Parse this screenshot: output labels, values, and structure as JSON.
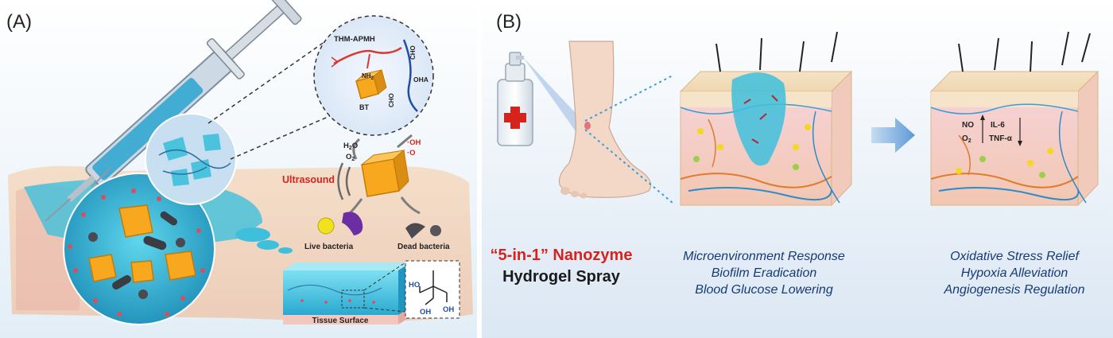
{
  "panel_a": {
    "label": "(A)",
    "molecules": {
      "polymer1": "THM-APMH",
      "nh2": "NH",
      "nh2_sub": "2",
      "cho_top": "CHO",
      "polymer2": "OHA",
      "cho_bottom": "CHO",
      "bt": "BT"
    },
    "water": "H",
    "water_sub": "2",
    "water_o": "O",
    "oxygen": "O",
    "oxygen_sub": "2",
    "hydroxyl": "·OH",
    "superoxide": "·O",
    "ultrasound": "Ultrasound",
    "live_bacteria": "Live bacteria",
    "dead_bacteria": "Dead bacteria",
    "tissue_surface": "Tissue Surface",
    "ho_top": "HO",
    "oh_right": "OH",
    "oh_bottom": "OH"
  },
  "panel_b": {
    "label": "(B)",
    "product_line1": "“5-in-1” Nanozyme",
    "product_line2": "Hydrogel Spray",
    "markers": {
      "no": "NO",
      "o2": "O",
      "o2_sub": "2",
      "il6": "IL-6",
      "tnf": "TNF-α"
    },
    "caption_mid": [
      "Microenvironment Response",
      "Biofilm Eradication",
      "Blood Glucose Lowering"
    ],
    "caption_right": [
      "Oxidative Stress Relief",
      "Hypoxia Alleviation",
      "Angiogenesis Regulation"
    ]
  },
  "colors": {
    "hydrogel_blue": "#3ec0dc",
    "nanozyme_orange": "#f7a81e",
    "product_red": "#d7231d",
    "caption_blue": "#143a78",
    "tissue_pink": "#f3c6c0"
  }
}
